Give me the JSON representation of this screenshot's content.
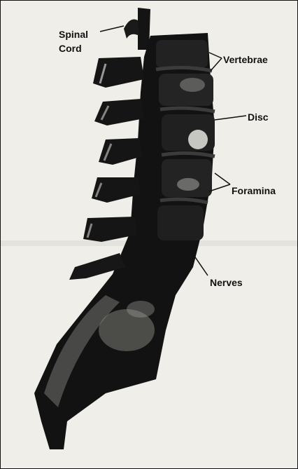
{
  "diagram": {
    "labels": {
      "spinal": "Spinal",
      "cord": "Cord",
      "vertebrae": "Vertebrae",
      "disc": "Disc",
      "foramina": "Foramina",
      "nerves": "Nerves"
    },
    "colors": {
      "paper": "#efeee8",
      "bone": "#111111",
      "highlight": "#d9d9d3"
    }
  }
}
